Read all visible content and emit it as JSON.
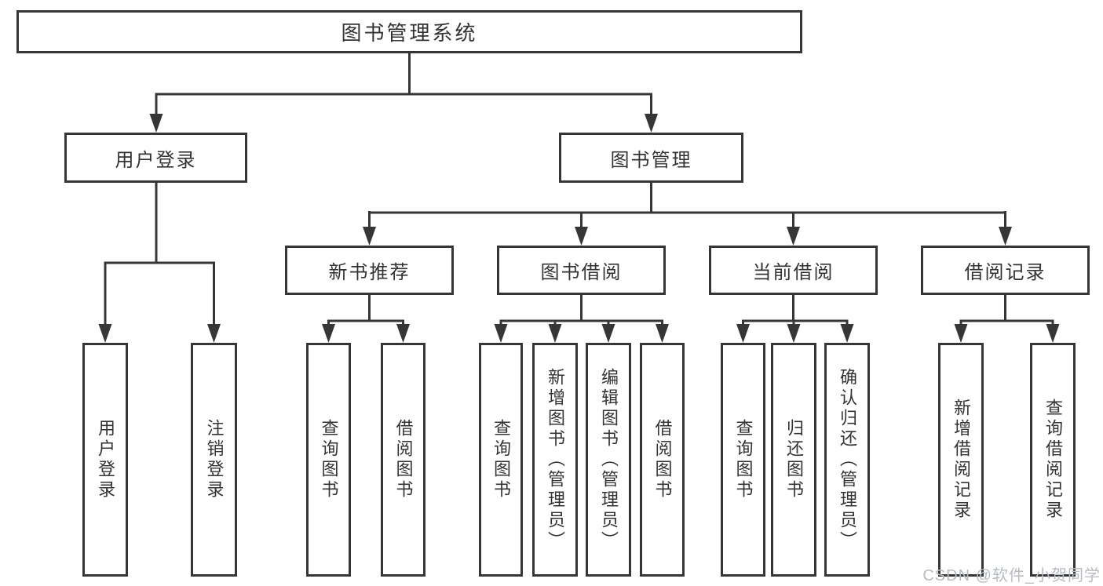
{
  "diagram": {
    "root": {
      "label": "图书管理系统"
    },
    "level2": {
      "user_login": {
        "label": "用户登录"
      },
      "book_management": {
        "label": "图书管理"
      }
    },
    "level3": {
      "new_book_recommend": {
        "label": "新书推荐"
      },
      "book_borrow": {
        "label": "图书借阅"
      },
      "current_borrow": {
        "label": "当前借阅"
      },
      "borrow_records": {
        "label": "借阅记录"
      }
    },
    "leaves": {
      "user_login": [
        "用户登录",
        "注销登录"
      ],
      "new_book_recommend": [
        "查询图书",
        "借阅图书"
      ],
      "book_borrow": [
        "查询图书",
        "新增图书（管理员）",
        "编辑图书（管理员）",
        "借阅图书"
      ],
      "current_borrow": [
        "查询图书",
        "归还图书",
        "确认归还（管理员）"
      ],
      "borrow_records": [
        "新增借阅记录",
        "查询借阅记录"
      ]
    },
    "watermark": "CSDN @软件_小贺同学",
    "colors": {
      "line": "#363636",
      "text": "#333333",
      "box_background": "#ffffff",
      "watermark": "#b7bcc3"
    }
  }
}
